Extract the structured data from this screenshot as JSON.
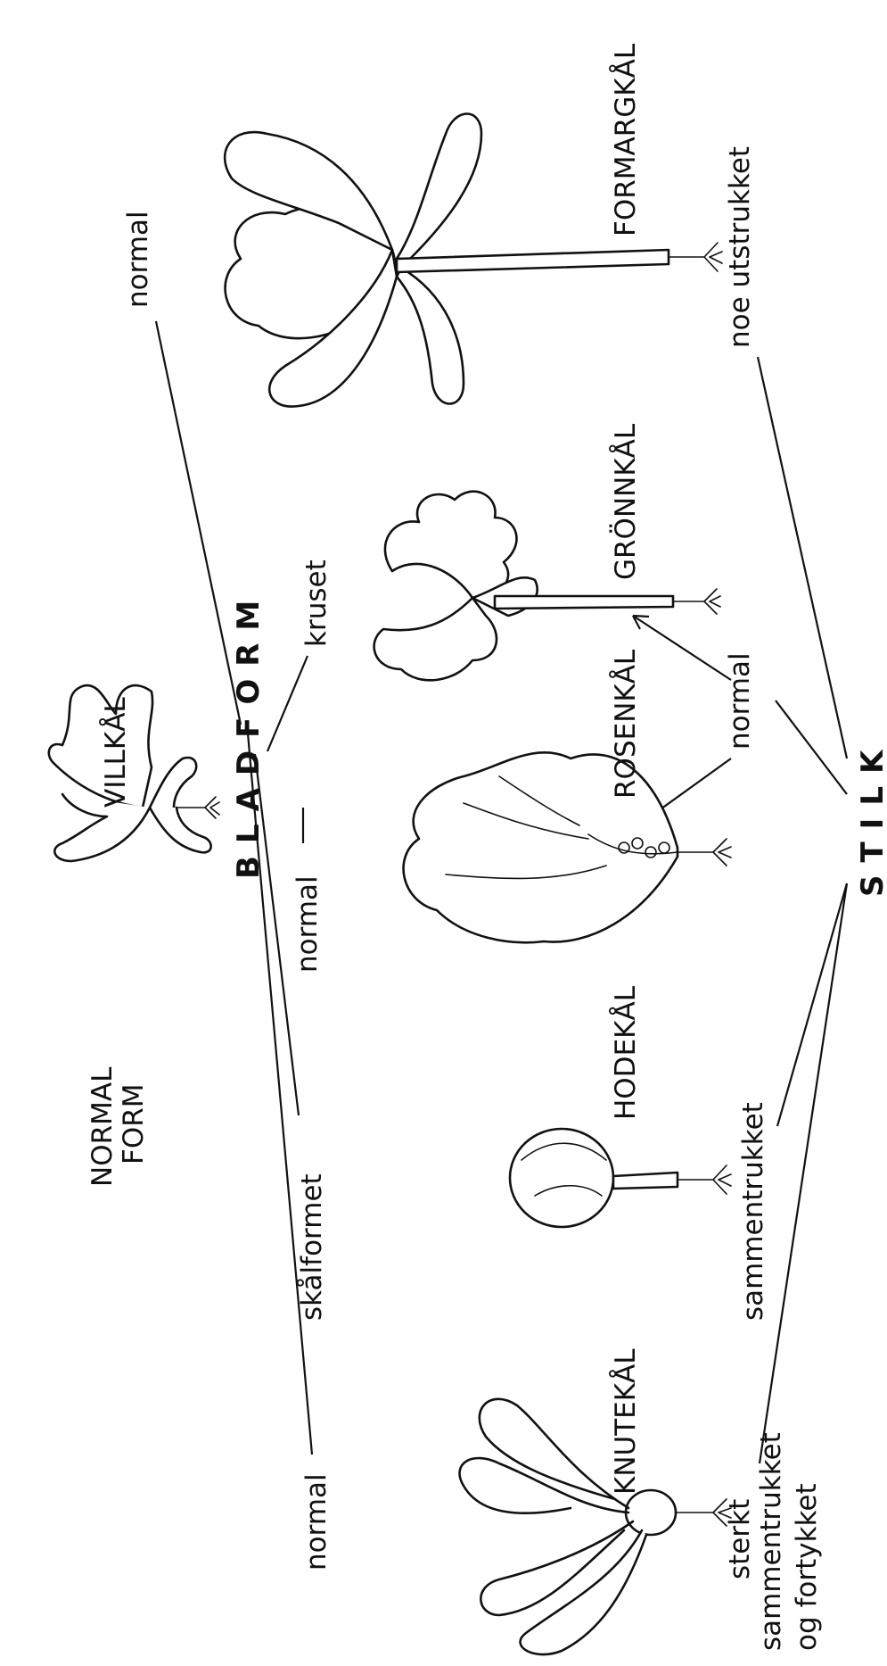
{
  "labels": {
    "normal_form_line1": "NORMAL",
    "normal_form_line2": "FORM",
    "villkal": "VILLKÅL",
    "bladform": "BLADFORM",
    "stilk": "STILK",
    "bladform_normal_center": "normal",
    "bladform_kruset": "kruset",
    "bladform_skalformet": "skålformet",
    "bladform_normal_left": "normal",
    "bladform_normal_top": "normal",
    "knutekal": "KNUTEKÅL",
    "hodekal": "HODEKÅL",
    "rosenkal": "ROSENKÅL",
    "gronnkal": "GRÖNNKÅL",
    "formargkal": "FORMARGKÅL",
    "stilk_sterkt_line1": "sterkt",
    "stilk_sterkt_line2": "sammentrukket",
    "stilk_sterkt_line3": "og fortykket",
    "stilk_sammentrukket": "sammentrukket",
    "stilk_normal": "normal",
    "stilk_noe_utstrukket": "noe utstrukket"
  }
}
